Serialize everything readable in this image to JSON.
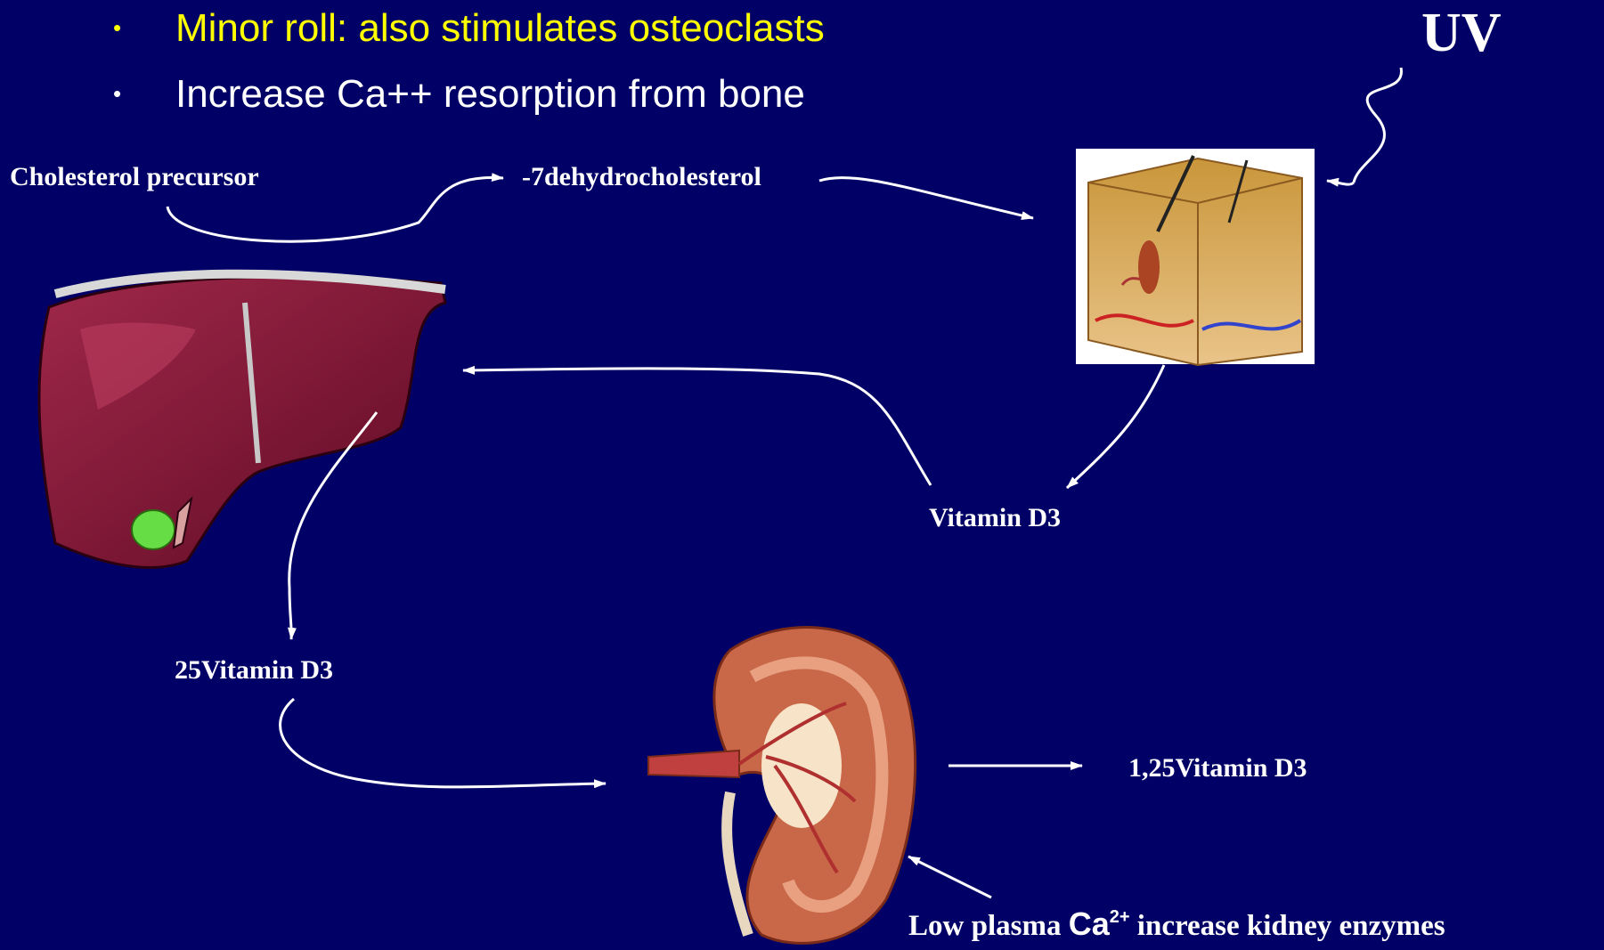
{
  "bullets": [
    {
      "marker": "•",
      "text": "Minor roll:  also stimulates osteoclasts",
      "color": "#ffff00"
    },
    {
      "marker": "•",
      "text": "Increase Ca++ resorption from bone",
      "color": "#ffffff"
    }
  ],
  "labels": {
    "uv": "UV",
    "cholesterol_precursor": "Cholesterol precursor",
    "dehydrocholesterol": "-7dehydrocholesterol",
    "vitamin_d3": "Vitamin D3",
    "vitamin_25": "25Vitamin D3",
    "vitamin_125": "1,25Vitamin D3",
    "low_plasma_prefix": "Low plasma ",
    "low_plasma_ca": "Ca",
    "low_plasma_charge": "2+",
    "low_plasma_suffix": " increase kidney enzymes"
  },
  "icons": [
    "liver-icon",
    "skin-cross-section-icon",
    "kidney-icon"
  ],
  "colors": {
    "background": "#000066",
    "highlight": "#ffff00",
    "text": "#ffffff"
  }
}
